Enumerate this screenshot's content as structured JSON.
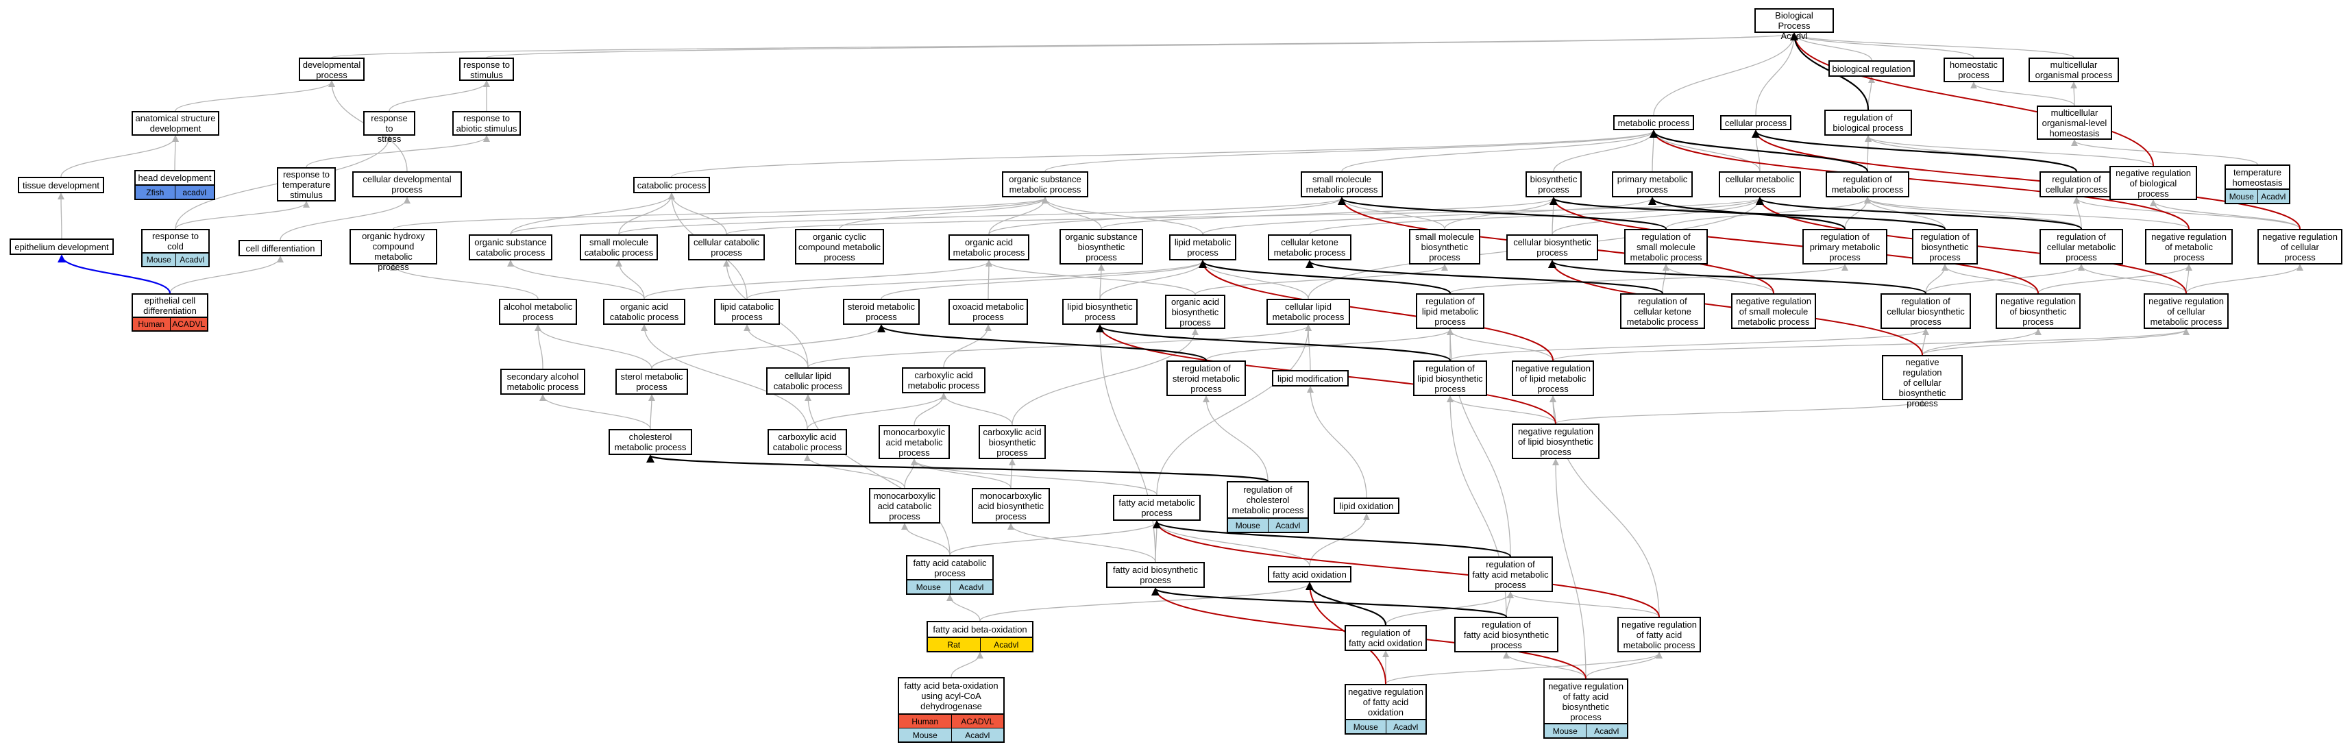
{
  "colors": {
    "grey": "#b3b3b3",
    "black": "#000000",
    "red": "#b40000",
    "blue": "#0000ee"
  },
  "nodes": {
    "bp": {
      "label": "Biological Process\nAcadvl"
    },
    "dev_process": {
      "label": "developmental\nprocess"
    },
    "resp_stim": {
      "label": "response to\nstimulus"
    },
    "anat_dev": {
      "label": "anatomical structure\ndevelopment"
    },
    "resp_stress": {
      "label": "response to\nstress"
    },
    "resp_abiotic": {
      "label": "response to\nabiotic stimulus"
    },
    "tissue_dev": {
      "label": "tissue development"
    },
    "head_dev": {
      "label": "head development",
      "anno": [
        [
          "Zfish",
          "acadvl"
        ]
      ]
    },
    "resp_temp": {
      "label": "response to\ntemperature\nstimulus"
    },
    "cell_dev": {
      "label": "cellular developmental\nprocess"
    },
    "epi_dev": {
      "label": "epithelium development"
    },
    "resp_cold": {
      "label": "response to\ncold",
      "anno": [
        [
          "Mouse",
          "Acadvl"
        ]
      ]
    },
    "cell_diff": {
      "label": "cell differentiation"
    },
    "epi_cell_diff": {
      "label": "epithelial cell\ndifferentiation",
      "anno": [
        [
          "Human",
          "ACADVL"
        ]
      ]
    },
    "bio_reg": {
      "label": "biological regulation"
    },
    "homeostatic": {
      "label": "homeostatic\nprocess"
    },
    "multi_org": {
      "label": "multicellular\norganismal process"
    },
    "metabolic": {
      "label": "metabolic process"
    },
    "cellular_proc": {
      "label": "cellular process"
    },
    "reg_bio": {
      "label": "regulation of\nbiological process"
    },
    "multi_homeo": {
      "label": "multicellular\norganismal-level\nhomeostasis"
    },
    "catabolic": {
      "label": "catabolic process"
    },
    "org_sub_met": {
      "label": "organic substance\nmetabolic process"
    },
    "small_mol_met": {
      "label": "small molecule\nmetabolic process"
    },
    "biosynthetic": {
      "label": "biosynthetic\nprocess"
    },
    "primary_met": {
      "label": "primary metabolic\nprocess"
    },
    "cell_met": {
      "label": "cellular metabolic\nprocess"
    },
    "reg_met": {
      "label": "regulation of\nmetabolic process"
    },
    "reg_cell_proc": {
      "label": "regulation of\ncellular process"
    },
    "neg_reg_bio": {
      "label": "negative regulation\nof biological\nprocess"
    },
    "temp_homeo": {
      "label": "temperature\nhomeostasis",
      "anno": [
        [
          "Mouse",
          "Acadvl"
        ]
      ]
    },
    "org_hydroxy": {
      "label": "organic hydroxy\ncompound metabolic\nprocess"
    },
    "org_sub_cat": {
      "label": "organic substance\ncatabolic process"
    },
    "small_mol_cat": {
      "label": "small molecule\ncatabolic process"
    },
    "cell_cat": {
      "label": "cellular catabolic\nprocess"
    },
    "org_cyclic": {
      "label": "organic cyclic\ncompound metabolic\nprocess"
    },
    "org_acid_met": {
      "label": "organic acid\nmetabolic process"
    },
    "org_sub_bios": {
      "label": "organic substance\nbiosynthetic\nprocess"
    },
    "lipid_met": {
      "label": "lipid metabolic\nprocess"
    },
    "cell_ketone": {
      "label": "cellular ketone\nmetabolic process"
    },
    "small_mol_bios": {
      "label": "small molecule\nbiosynthetic\nprocess"
    },
    "cell_bios": {
      "label": "cellular biosynthetic\nprocess"
    },
    "reg_small_mol": {
      "label": "regulation of\nsmall molecule\nmetabolic process"
    },
    "reg_primary": {
      "label": "regulation of\nprimary metabolic\nprocess"
    },
    "reg_bios": {
      "label": "regulation of\nbiosynthetic\nprocess"
    },
    "reg_cell_met": {
      "label": "regulation of\ncellular metabolic\nprocess"
    },
    "neg_reg_met": {
      "label": "negative regulation\nof metabolic\nprocess"
    },
    "neg_reg_cell_proc": {
      "label": "negative regulation\nof cellular\nprocess"
    },
    "alcohol_met": {
      "label": "alcohol metabolic\nprocess"
    },
    "org_acid_cat": {
      "label": "organic acid\ncatabolic process"
    },
    "lipid_cat": {
      "label": "lipid catabolic\nprocess"
    },
    "steroid_met": {
      "label": "steroid metabolic\nprocess"
    },
    "oxoacid_met": {
      "label": "oxoacid metabolic\nprocess"
    },
    "lipid_bios": {
      "label": "lipid biosynthetic\nprocess"
    },
    "org_acid_bios": {
      "label": "organic acid\nbiosynthetic\nprocess"
    },
    "cell_lipid_met": {
      "label": "cellular lipid\nmetabolic process"
    },
    "reg_lipid_met": {
      "label": "regulation of\nlipid metabolic\nprocess"
    },
    "reg_cell_ketone": {
      "label": "regulation of\ncellular ketone\nmetabolic process"
    },
    "neg_reg_small_mol": {
      "label": "negative regulation\nof small molecule\nmetabolic process"
    },
    "reg_cell_bios": {
      "label": "regulation of\ncellular biosynthetic\nprocess"
    },
    "neg_reg_bios": {
      "label": "negative regulation\nof biosynthetic\nprocess"
    },
    "neg_reg_cell_met": {
      "label": "negative regulation\nof cellular\nmetabolic process"
    },
    "sec_alcohol": {
      "label": "secondary alcohol\nmetabolic process"
    },
    "sterol_met": {
      "label": "sterol metabolic\nprocess"
    },
    "cell_lipid_cat": {
      "label": "cellular lipid\ncatabolic process"
    },
    "carbox_met": {
      "label": "carboxylic acid\nmetabolic process"
    },
    "reg_steroid": {
      "label": "regulation of\nsteroid metabolic\nprocess"
    },
    "lipid_mod": {
      "label": "lipid modification"
    },
    "reg_lipid_bios": {
      "label": "regulation of\nlipid biosynthetic\nprocess"
    },
    "neg_reg_lipid_met": {
      "label": "negative regulation\nof lipid metabolic\nprocess"
    },
    "neg_reg_cell_bios": {
      "label": "negative regulation\nof cellular\nbiosynthetic\nprocess"
    },
    "cholesterol": {
      "label": "cholesterol\nmetabolic process"
    },
    "carbox_cat": {
      "label": "carboxylic acid\ncatabolic process"
    },
    "monocarb_met": {
      "label": "monocarboxylic\nacid metabolic\nprocess"
    },
    "carbox_bios": {
      "label": "carboxylic acid\nbiosynthetic\nprocess"
    },
    "neg_reg_lipid_bios": {
      "label": "negative regulation\nof lipid biosynthetic\nprocess"
    },
    "monocarb_cat": {
      "label": "monocarboxylic\nacid catabolic\nprocess"
    },
    "monocarb_bios": {
      "label": "monocarboxylic\nacid biosynthetic\nprocess"
    },
    "fa_met": {
      "label": "fatty acid metabolic\nprocess"
    },
    "reg_cholesterol": {
      "label": "regulation of\ncholesterol\nmetabolic process",
      "anno": [
        [
          "Mouse",
          "Acadvl"
        ]
      ]
    },
    "lipid_ox": {
      "label": "lipid oxidation"
    },
    "reg_fa_met": {
      "label": "regulation of\nfatty acid metabolic\nprocess"
    },
    "fa_cat": {
      "label": "fatty acid catabolic\nprocess",
      "anno": [
        [
          "Mouse",
          "Acadvl"
        ]
      ]
    },
    "fa_bios": {
      "label": "fatty acid biosynthetic\nprocess"
    },
    "fa_ox": {
      "label": "fatty acid oxidation"
    },
    "reg_fa_ox": {
      "label": "regulation of\nfatty acid oxidation"
    },
    "reg_fa_bios": {
      "label": "regulation of\nfatty acid biosynthetic\nprocess"
    },
    "neg_reg_fa_met": {
      "label": "negative regulation\nof fatty acid\nmetabolic process"
    },
    "fa_beta_ox": {
      "label": "fatty acid beta-oxidation",
      "anno": [
        [
          "Rat",
          "Acadvl"
        ]
      ]
    },
    "fa_beta_acyl": {
      "label": "fatty acid beta-oxidation\nusing acyl-CoA\ndehydrogenase",
      "anno": [
        [
          "Human",
          "ACADVL"
        ],
        [
          "Mouse",
          "Acadvl"
        ]
      ]
    },
    "neg_reg_fa_ox": {
      "label": "negative regulation\nof fatty acid\noxidation",
      "anno": [
        [
          "Mouse",
          "Acadvl"
        ]
      ]
    },
    "neg_reg_fa_bios": {
      "label": "negative regulation\nof fatty acid\nbiosynthetic\nprocess",
      "anno": [
        [
          "Mouse",
          "Acadvl"
        ]
      ]
    }
  }
}
